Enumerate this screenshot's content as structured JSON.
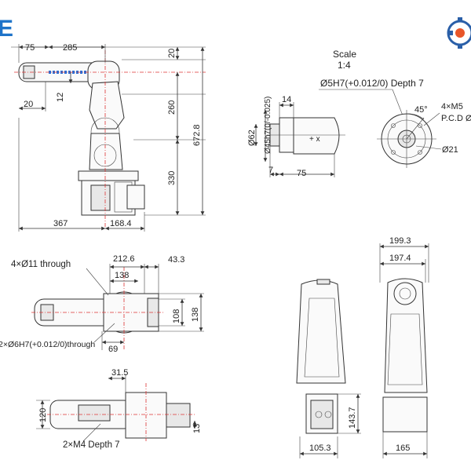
{
  "brand": {
    "logo_letter": "E"
  },
  "side_view": {
    "dims": [
      "75",
      "285",
      "20",
      "12",
      "20",
      "260",
      "330",
      "672.8",
      "367",
      "168.4"
    ]
  },
  "flange": {
    "scale_label": "Scale",
    "scale_value": "1:4",
    "hole_spec": "Ø5H7(+0.012/0) Depth 7",
    "shaft_spec": "Ø45h7(0/-0.025)",
    "dims": [
      "14",
      "Ø62",
      "7",
      "75",
      "45°",
      "4×M5",
      "P.C.D Ø",
      "Ø21"
    ]
  },
  "top_view": {
    "through_label": "4×Ø11 through",
    "pin_label": "2×Ø6H7(+0.012/0)through",
    "dims": [
      "212.6",
      "43.3",
      "138",
      "108",
      "138",
      "69"
    ]
  },
  "bottom_view": {
    "dims": [
      "31.5",
      "120",
      "13"
    ],
    "thread_label": "2×M4 Depth 7"
  },
  "front_view": {
    "dims": [
      "143.7",
      "105.3"
    ]
  },
  "rear_view": {
    "dims": [
      "199.3",
      "197.4",
      "165"
    ]
  }
}
